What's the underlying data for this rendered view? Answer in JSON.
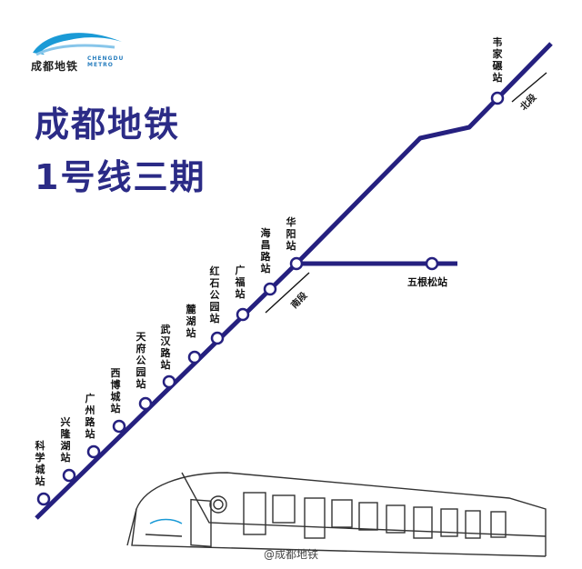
{
  "logo": {
    "cn": "成都地铁",
    "en": "CHENGDU METRO"
  },
  "title": {
    "line1": "成都地铁",
    "line2": "1号线三期"
  },
  "stations": {
    "weijianian": "韦家碾站",
    "huayang": "华阳站",
    "haichanglu": "海昌路站",
    "guangfu": "广福站",
    "hongshigongyuan": "红石公园站",
    "luhu": "麓湖站",
    "wuhanlu": "武汉路站",
    "tianfugongyuan": "天府公园站",
    "xibocheng": "西博城站",
    "guangzhoulu": "广州路站",
    "xinglonghu": "兴隆湖站",
    "kexuecheng": "科学城站",
    "wugensong": "五根松站"
  },
  "segments": {
    "north": "北段",
    "south": "南段"
  },
  "watermark": "@成都地铁",
  "colors": {
    "line": "#25207f",
    "title": "#2b2b86",
    "accent": "#3aa0d8"
  }
}
